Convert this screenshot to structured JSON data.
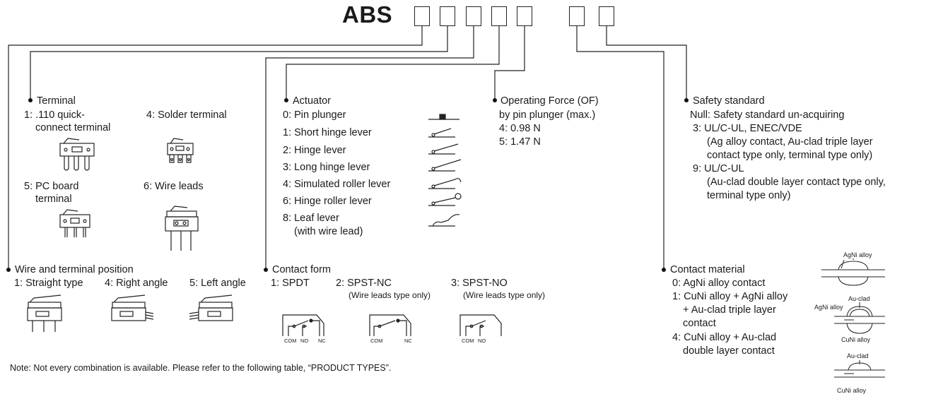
{
  "model_prefix": "ABS",
  "terminal": {
    "title": "Terminal",
    "opt1_a": "1: .110 quick-",
    "opt1_b": "connect terminal",
    "opt4": "4: Solder terminal",
    "opt5_a": "5: PC board",
    "opt5_b": "terminal",
    "opt6": "6: Wire leads"
  },
  "wire_position": {
    "title": "Wire and terminal position",
    "opt1": "1: Straight type",
    "opt4": "4: Right angle",
    "opt5": "5: Left angle"
  },
  "actuator": {
    "title": "Actuator",
    "options": [
      "0: Pin plunger",
      "1: Short hinge lever",
      "2: Hinge lever",
      "3: Long hinge lever",
      "4: Simulated roller lever",
      "6: Hinge roller lever",
      "8: Leaf lever"
    ],
    "leaf_note": "(with wire lead)"
  },
  "contact_form": {
    "title": "Contact form",
    "opt1": "1: SPDT",
    "opt2": "2: SPST-NC",
    "opt2_note": "(Wire leads type only)",
    "opt3": "3: SPST-NO",
    "opt3_note": "(Wire leads type only)",
    "label_com": "COM",
    "label_no": "NO",
    "label_nc": "NC"
  },
  "operating_force": {
    "title": "Operating Force (OF)",
    "subtitle": "by pin plunger (max.)",
    "opt4": "4: 0.98 N",
    "opt5": "5: 1.47 N"
  },
  "safety": {
    "title": "Safety standard",
    "null": "Null: Safety standard un-acquiring",
    "opt3": "3: UL/C-UL, ENEC/VDE",
    "opt3_n1": "(Ag alloy contact, Au-clad triple layer",
    "opt3_n2": "contact type only, terminal type only)",
    "opt9": "9: UL/C-UL",
    "opt9_n1": "(Au-clad double layer contact type only,",
    "opt9_n2": "terminal type only)"
  },
  "contact_material": {
    "title": "Contact material",
    "opt0": "0: AgNi alloy contact",
    "opt1_a": "1: CuNi alloy + AgNi alloy",
    "opt1_b": "+ Au-clad triple layer",
    "opt1_c": "contact",
    "opt4_a": "4: CuNi alloy + Au-clad",
    "opt4_b": "double layer contact",
    "fig_agni": "AgNi alloy",
    "fig_auclad": "Au-clad",
    "fig_cuni": "CuNi alloy"
  },
  "note": "Note: Not every combination is available. Please refer to the following table, “PRODUCT TYPES”."
}
